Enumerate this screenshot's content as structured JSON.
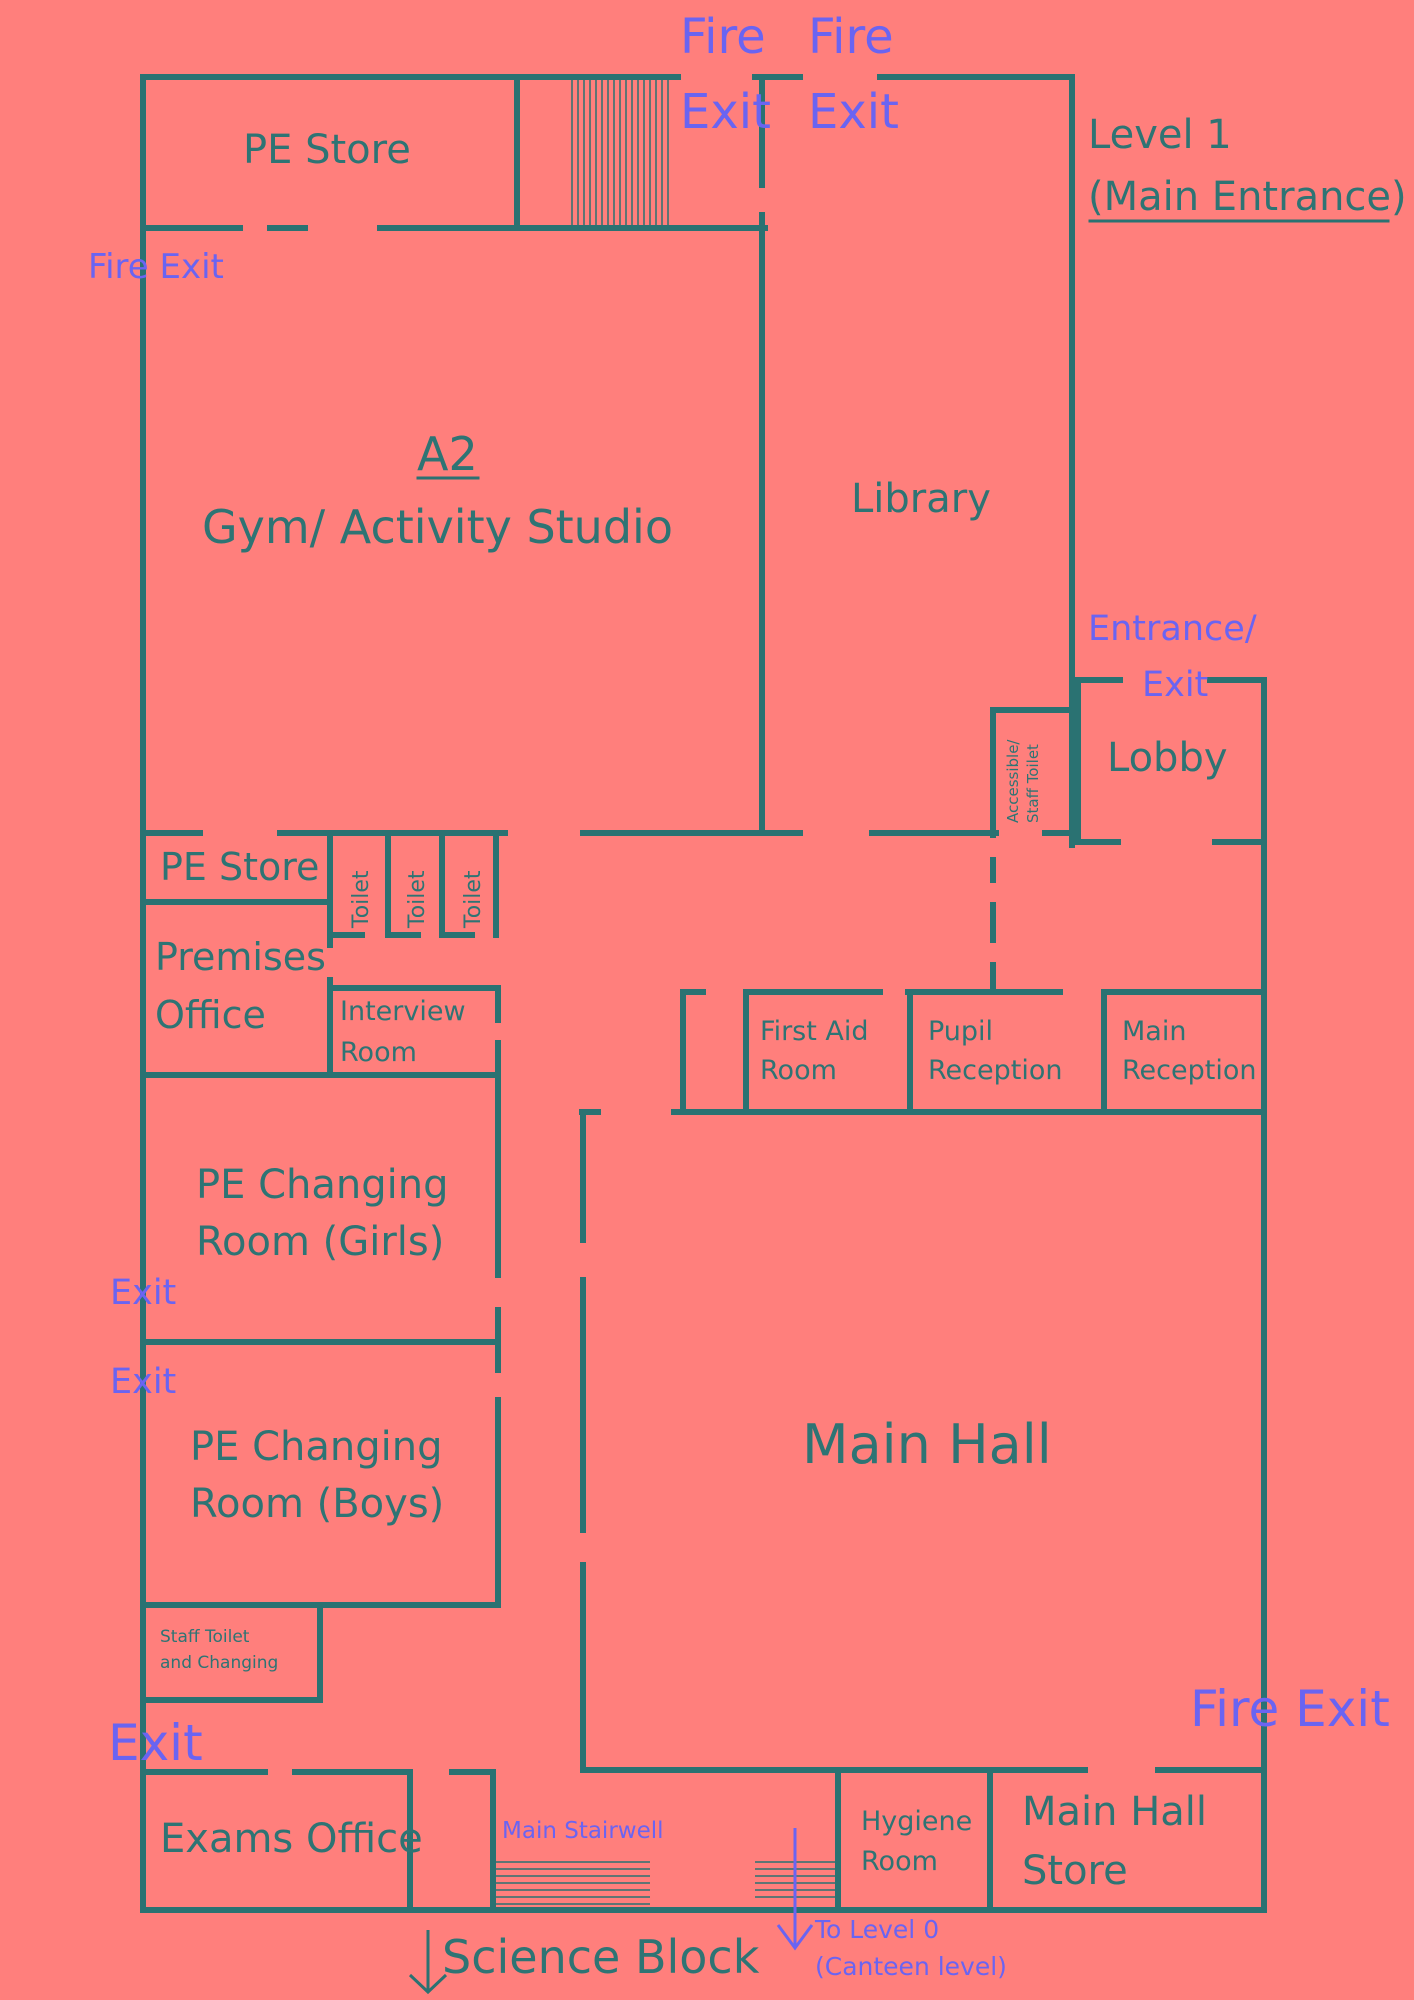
{
  "floor": {
    "level": "Level 1",
    "entrance": "(Main Entrance)"
  },
  "rooms": {
    "pe_store_top": "PE Store",
    "gym_code": "A2",
    "gym": "Gym/ Activity Studio",
    "library": "Library",
    "lobby": "Lobby",
    "accessible_toilet_1": "Accessible/",
    "accessible_toilet_2": "Staff Toilet",
    "pe_store_small": "PE Store",
    "toilet": "Toilet",
    "premises_office_1": "Premises",
    "premises_office_2": "Office",
    "interview_room_1": "Interview",
    "interview_room_2": "Room",
    "first_aid_1": "First Aid",
    "first_aid_2": "Room",
    "pupil_reception_1": "Pupil",
    "pupil_reception_2": "Reception",
    "main_reception_1": "Main",
    "main_reception_2": "Reception",
    "changing_girls_1": "PE Changing",
    "changing_girls_2": "Room (Girls)",
    "changing_boys_1": "PE Changing",
    "changing_boys_2": "Room (Boys)",
    "main_hall": "Main Hall",
    "staff_toilet_1": "Staff Toilet",
    "staff_toilet_2": "and Changing",
    "exams_office": "Exams Office",
    "main_stairwell": "Main Stairwell",
    "hygiene_room_1": "Hygiene",
    "hygiene_room_2": "Room",
    "hall_store_1": "Main Hall",
    "hall_store_2": "Store",
    "science_block": "Science Block",
    "to_level0_1": "To Level 0",
    "to_level0_2": "(Canteen level)"
  },
  "exits": {
    "fire": "Fire",
    "exit": "Exit",
    "fire_exit": "Fire Exit",
    "entrance": "Entrance/"
  },
  "colors": {
    "background": "#ff7f7c",
    "walls": "#2a7272",
    "room_text": "#2e7474",
    "exit_text": "#6a64f2"
  }
}
